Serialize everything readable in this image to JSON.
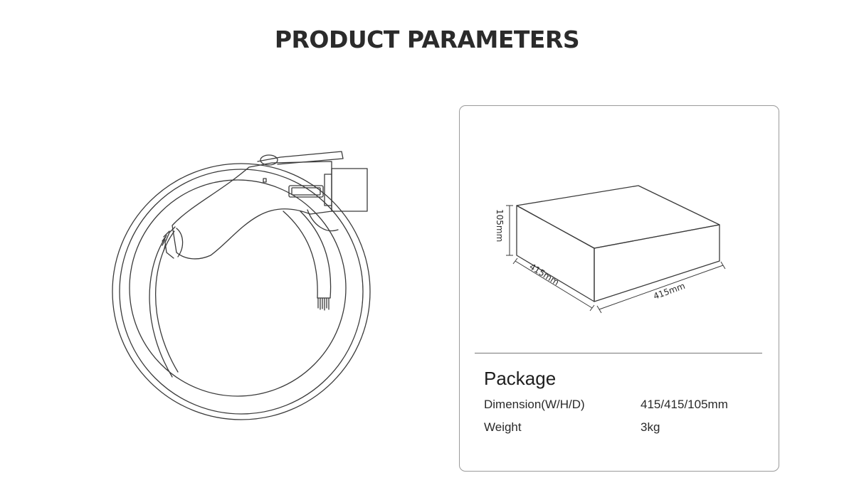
{
  "header": {
    "title": "PRODUCT PARAMETERS"
  },
  "illustrations": {
    "charger": {
      "icon": "ev-charger-cable-icon"
    },
    "package_box": {
      "icon": "package-box-icon",
      "height_label": "105mm",
      "depth_label": "415mm",
      "width_label": "415mm"
    }
  },
  "package": {
    "heading": "Package",
    "specs": [
      {
        "label": "Dimension(W/H/D)",
        "value": "415/415/105mm"
      },
      {
        "label": "Weight",
        "value": "3kg"
      }
    ]
  },
  "colors": {
    "line": "#3a3a3a",
    "border": "#9a9a9a",
    "text": "#222222"
  }
}
